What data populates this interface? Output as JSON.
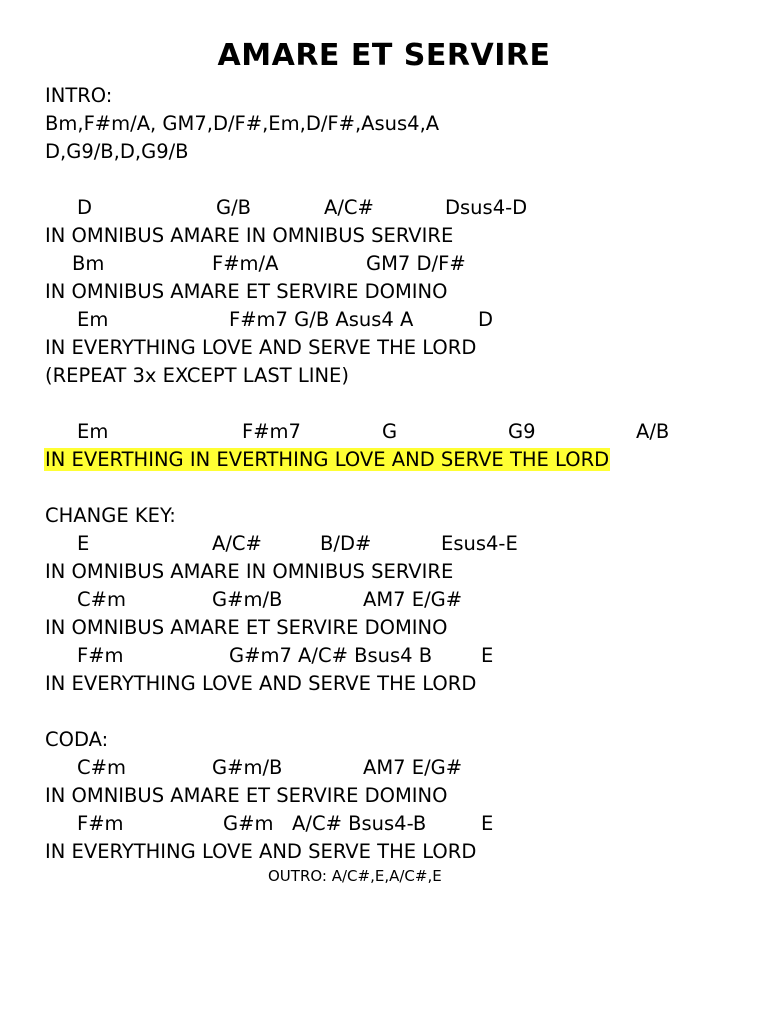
{
  "title": "AMARE ET SERVIRE",
  "intro": {
    "label": "INTRO:",
    "line1": "Bm,F#m/A, GM7,D/F#,Em,D/F#,Asus4,A",
    "line2": "D,G9/B,D,G9/B"
  },
  "verse": {
    "chords1": [
      "D",
      "G/B",
      "A/C#",
      "Dsus4-D"
    ],
    "lyric1": "IN OMNIBUS AMARE IN OMNIBUS SERVIRE",
    "chords2": [
      "Bm",
      "F#m/A",
      "GM7 D/F#"
    ],
    "lyric2": "IN OMNIBUS AMARE ET SERVIRE DOMINO",
    "chords3": [
      "Em",
      "F#m7 G/B  Asus4  A",
      "D"
    ],
    "lyric3": "IN EVERYTHING LOVE AND SERVE THE LORD",
    "repeat_note": "(REPEAT 3x EXCEPT LAST LINE)"
  },
  "bridge": {
    "chords": [
      "Em",
      "F#m7",
      "G",
      "G9",
      "A/B"
    ],
    "lyric": "IN EVERTHING IN EVERTHING LOVE AND SERVE THE LORD",
    "highlight_color": "#ffff33"
  },
  "change_key": {
    "label": "CHANGE KEY:",
    "chords1": [
      "E",
      "A/C#",
      "B/D#",
      "Esus4-E"
    ],
    "lyric1": "IN OMNIBUS AMARE IN OMNIBUS SERVIRE",
    "chords2": [
      "C#m",
      "G#m/B",
      "AM7 E/G#"
    ],
    "lyric2": "IN OMNIBUS AMARE ET SERVIRE DOMINO",
    "chords3": [
      "F#m",
      "G#m7 A/C# Bsus4 B",
      "E"
    ],
    "lyric3": "IN EVERYTHING LOVE AND SERVE THE LORD"
  },
  "coda": {
    "label": "CODA:",
    "chords1": [
      "C#m",
      "G#m/B",
      "AM7 E/G#"
    ],
    "lyric1": "IN OMNIBUS AMARE ET SERVIRE DOMINO",
    "chords2": [
      "F#m",
      "G#m   A/C# Bsus4-B",
      "E"
    ],
    "lyric2": "IN EVERYTHING LOVE AND SERVE THE LORD",
    "outro": "OUTRO: A/C#,E,A/C#,E"
  }
}
